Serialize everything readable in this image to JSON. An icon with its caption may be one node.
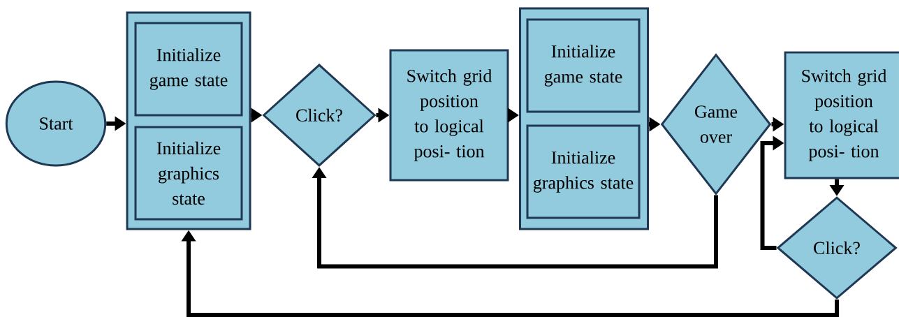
{
  "diagram": {
    "nodes": [
      {
        "text": [
          "Start"
        ]
      },
      {
        "text": [],
        "shape": "box"
      },
      {
        "text": [
          "Initialize game state"
        ],
        "in": 1
      },
      {
        "text": [
          "Initialize graphics state"
        ],
        "in": 1
      },
      {
        "text": [
          "Click?"
        ]
      },
      {
        "text": [
          "Switch grid position to logical posi- tion"
        ]
      },
      {
        "text": [],
        "shape": "box"
      },
      {
        "text": [
          "Initialize game state"
        ],
        "in": 6
      },
      {
        "text": [
          "Initialize graphics state"
        ],
        "in": 6
      },
      {
        "text": [
          "Game over"
        ]
      },
      {
        "text": [
          "Switch grid position to logical posi- tion"
        ]
      },
      {
        "text": [
          "Click?"
        ]
      }
    ],
    "edges": [
      {
        "from": 0,
        "to": 1,
        "arrow": "to"
      },
      {
        "from": 1,
        "to": 4,
        "arrow": "to"
      },
      {
        "from": 4,
        "to": 5,
        "arrow": "to"
      },
      {
        "from": 5,
        "to": 6,
        "arrow": "to"
      },
      {
        "from": 6,
        "to": 9,
        "arrow": "to"
      },
      {
        "from": 9,
        "to": 10,
        "arrow": "to"
      },
      {
        "from": 9,
        "to": 4,
        "arrow": "to"
      },
      {
        "from": 10,
        "to": 11,
        "arrow": "to"
      },
      {
        "from": 11,
        "to": 10,
        "arrow": "to"
      },
      {
        "from": 11,
        "to": 1,
        "arrow": "to"
      }
    ]
  }
}
